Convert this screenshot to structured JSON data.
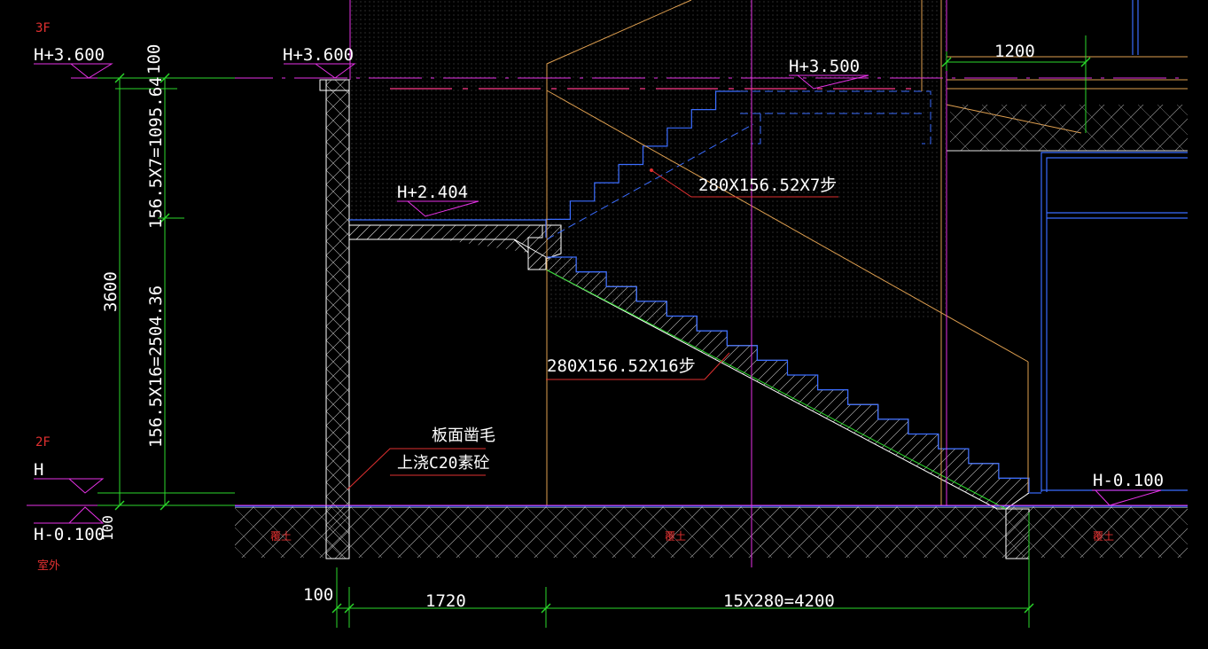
{
  "colors": {
    "background": "#000000",
    "white": "#ffffff",
    "green": "#2bd92b",
    "magenta": "#e632e6",
    "blue": "#3a6cff",
    "orange": "#e0a050",
    "pink": "#ff3b8a",
    "red": "#ff4040",
    "gray": "#9a9a9a"
  },
  "floor_labels": {
    "floor_3": "3F",
    "floor_2": "2F",
    "outdoor": "室外"
  },
  "levels": {
    "left_top": "H+3.600",
    "wall_top": "H+3.600",
    "landing_top": "H+3.500",
    "mid_landing": "H+2.404",
    "ground": "H",
    "outdoor_left": "H-0.100",
    "outdoor_right": "H-0.100"
  },
  "dimensions": {
    "vertical_total": "3600",
    "vertical_top": "100",
    "vertical_bottom": "100",
    "upper_flight_rise": "156.5X7=1095.64",
    "lower_flight_rise": "156.5X16=2504.36",
    "wall_width": "100",
    "landing_length": "1720",
    "flight_run": "15X280=4200",
    "right_width": "1200"
  },
  "annotations": {
    "upper_flight": "280X156.52X7步",
    "lower_flight": "280X156.52X16步",
    "note_line_1": "板面凿毛",
    "note_line_2": "上浇C20素砼"
  },
  "soil_labels": {
    "left": "覆土",
    "middle": "覆土",
    "right": "覆土"
  }
}
